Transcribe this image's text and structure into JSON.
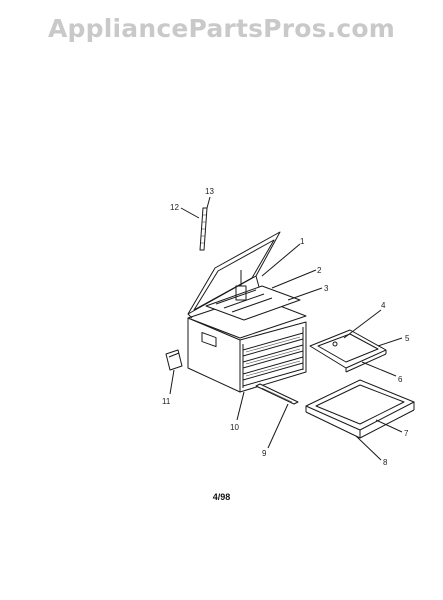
{
  "watermark": "AppliancePartsPros.com",
  "page_code": "4/98",
  "callouts": [
    {
      "id": "1",
      "label": "1"
    },
    {
      "id": "2",
      "label": "2"
    },
    {
      "id": "3",
      "label": "3"
    },
    {
      "id": "4",
      "label": "4"
    },
    {
      "id": "5",
      "label": "5"
    },
    {
      "id": "6",
      "label": "6"
    },
    {
      "id": "7",
      "label": "7"
    },
    {
      "id": "8",
      "label": "8"
    },
    {
      "id": "9",
      "label": "9"
    },
    {
      "id": "10",
      "label": "10"
    },
    {
      "id": "11",
      "label": "11"
    },
    {
      "id": "12",
      "label": "12"
    },
    {
      "id": "13",
      "label": "13"
    }
  ]
}
